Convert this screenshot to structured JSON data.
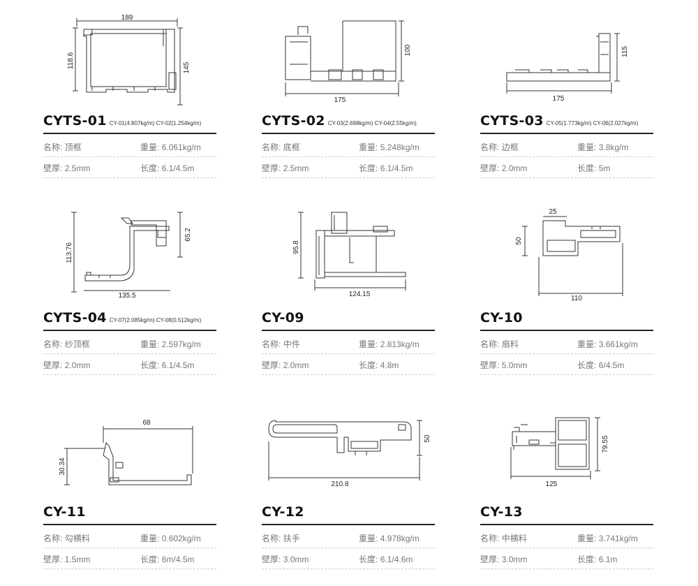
{
  "labels": {
    "name": "名称:",
    "weight": "重量:",
    "thickness": "壁厚:",
    "length": "长度:"
  },
  "cards": [
    {
      "code": "CYTS-01",
      "sub": "CY-01(4.807kg/m)  CY-02(1.254kg/m)",
      "name": "顶框",
      "weight": "6.061kg/m",
      "thickness": "2.5mm",
      "length": "6.1/4.5m",
      "dims": [
        "189",
        "118.6",
        "145"
      ]
    },
    {
      "code": "CYTS-02",
      "sub": "CY-03(2.698kg/m)  CY-04(2.55kg/m)",
      "name": "底框",
      "weight": "5.248kg/m",
      "thickness": "2.5mm",
      "length": "6.1/4.5m",
      "dims": [
        "100",
        "175"
      ]
    },
    {
      "code": "CYTS-03",
      "sub": "CY-05(1.773kg/m)  CY-06(2.027kg/m)",
      "name": "边框",
      "weight": "3.8kg/m",
      "thickness": "2.0mm",
      "length": "5m",
      "dims": [
        "115",
        "175"
      ]
    },
    {
      "code": "CYTS-04",
      "sub": "CY-07(2.085kg/m)  CY-08(0.512kg/m)",
      "name": "纱顶框",
      "weight": "2.597kg/m",
      "thickness": "2.0mm",
      "length": "6.1/4.5m",
      "dims": [
        "113.76",
        "65.2",
        "135.5"
      ]
    },
    {
      "code": "CY-09",
      "sub": "",
      "name": "中件",
      "weight": "2.813kg/m",
      "thickness": "2.0mm",
      "length": "4.8m",
      "dims": [
        "95.8",
        "124.15"
      ]
    },
    {
      "code": "CY-10",
      "sub": "",
      "name": "扇料",
      "weight": "3.661kg/m",
      "thickness": "5.0mm",
      "length": "6/4.5m",
      "dims": [
        "25",
        "50",
        "110"
      ]
    },
    {
      "code": "CY-11",
      "sub": "",
      "name": "勾横料",
      "weight": "0.602kg/m",
      "thickness": "1.5mm",
      "length": "6m/4.5m",
      "dims": [
        "68",
        "30.34"
      ]
    },
    {
      "code": "CY-12",
      "sub": "",
      "name": "扶手",
      "weight": "4.978kg/m",
      "thickness": "3.0mm",
      "length": "6.1/4.6m",
      "dims": [
        "50",
        "210.8"
      ]
    },
    {
      "code": "CY-13",
      "sub": "",
      "name": "中横料",
      "weight": "3.741kg/m",
      "thickness": "3.0mm",
      "length": "6.1m",
      "dims": [
        "79.55",
        "125"
      ]
    }
  ]
}
